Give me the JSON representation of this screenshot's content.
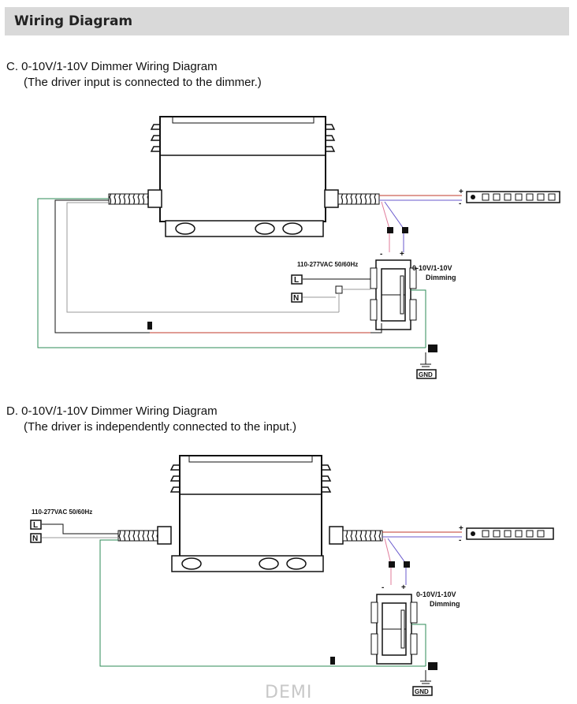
{
  "header": {
    "title": "Wiring Diagram"
  },
  "section_c": {
    "title": "C. 0-10V/1-10V Dimmer Wiring Diagram",
    "subtitle": "(The driver input is connected to the dimmer.)",
    "voltage_label": "110-277VAC 50/60Hz",
    "live_label": "L",
    "neutral_label": "N",
    "dimming_label_1": "0-10V/1-10V",
    "dimming_label_2": "Dimming",
    "gnd_label": "GND",
    "plus": "+",
    "minus": "-"
  },
  "section_d": {
    "title": "D. 0-10V/1-10V Dimmer Wiring Diagram",
    "subtitle": "(The driver is independently connected to the input.)",
    "voltage_label": "110-277VAC 50/60Hz",
    "live_label": "L",
    "neutral_label": "N",
    "dimming_label_1": "0-10V/1-10V",
    "dimming_label_2": "Dimming",
    "gnd_label": "GND",
    "plus": "+",
    "minus": "-"
  },
  "watermark": "DEMI",
  "colors": {
    "red_wire": "#c0392b",
    "purple_wire": "#6a5acd",
    "pink_wire": "#e07b9a",
    "gray_wire": "#9a9a9a",
    "green_wire": "#2e8b57",
    "black_wire": "#111111"
  }
}
